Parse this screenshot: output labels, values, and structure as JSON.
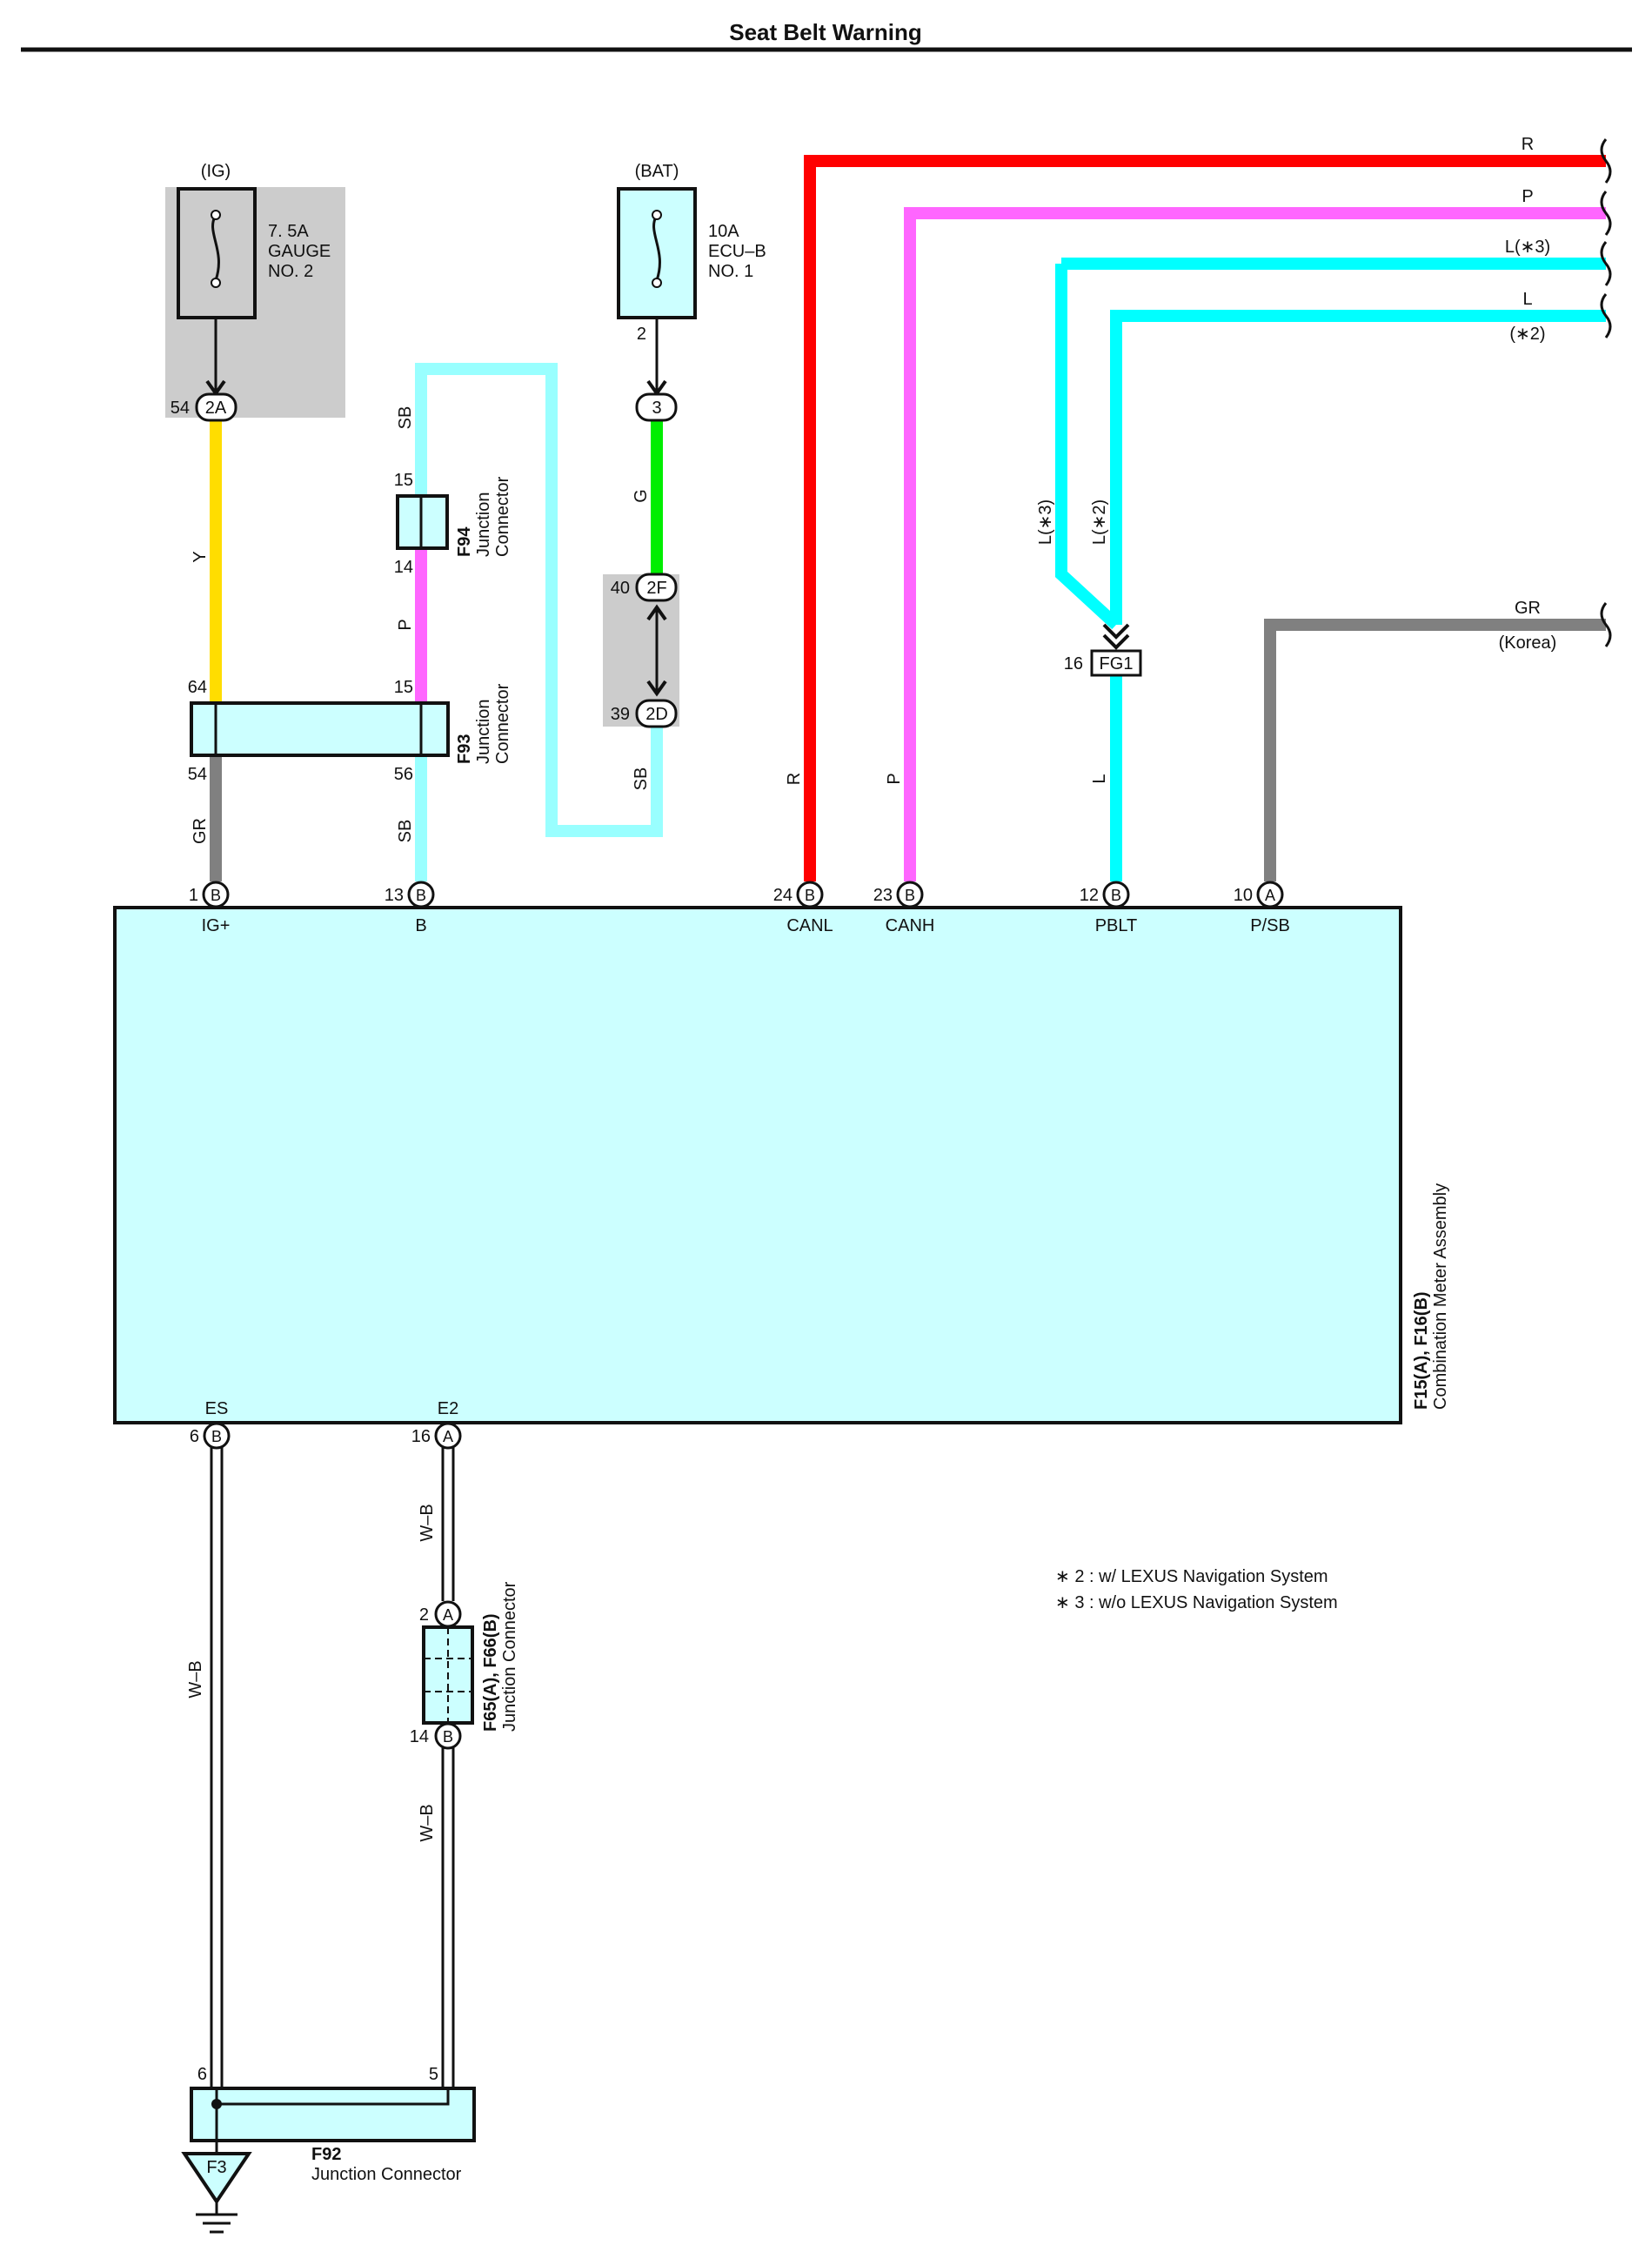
{
  "title": "Seat Belt Warning",
  "colors": {
    "red": "#ff0000",
    "pink": "#ff66ff",
    "cyan": "#00ffff",
    "lightcyan": "#99ffff",
    "yellow": "#ffdd00",
    "green": "#00ee00",
    "gray": "#808080",
    "boxfill": "#ccffff",
    "shade": "#cccccc"
  },
  "fuses": {
    "ig": {
      "source": "(IG)",
      "line1": "7. 5A",
      "line2": "GAUGE",
      "line3": "NO. 2"
    },
    "bat": {
      "source": "(BAT)",
      "line1": "10A",
      "line2": "ECU–B",
      "line3": "NO. 1",
      "pin": "2"
    }
  },
  "connectors": {
    "c2A": {
      "id": "2A",
      "pin": "54"
    },
    "c3": {
      "id": "3"
    },
    "c2F": {
      "id": "2F",
      "pin": "40"
    },
    "c2D": {
      "id": "2D",
      "pin": "39"
    },
    "fg1": {
      "id": "FG1",
      "pin": "16"
    },
    "f94": {
      "name": "F94",
      "desc1": "Junction",
      "desc2": "Connector",
      "pin_top": "15",
      "pin_bottom": "14"
    },
    "f93": {
      "name": "F93",
      "desc1": "Junction",
      "desc2": "Connector",
      "pin_tl": "64",
      "pin_tr": "15",
      "pin_bl": "54",
      "pin_br": "56"
    },
    "f65": {
      "name": "F65(A), F66(B)",
      "desc": "Junction Connector",
      "pin_top": "2",
      "id_top": "A",
      "pin_bottom": "14",
      "id_bottom": "B"
    },
    "f92": {
      "name": "F92",
      "desc": "Junction Connector",
      "pin_left": "6",
      "pin_right": "5"
    },
    "f3": {
      "name": "F3"
    }
  },
  "wires": {
    "y": "Y",
    "gr": "GR",
    "sb_top": "SB",
    "p_mid": "P",
    "sb_bottom": "SB",
    "g": "G",
    "sb_right": "SB",
    "r": "R",
    "p": "P",
    "l_star3": "L(∗3)",
    "l_star2": "L(∗2)",
    "l": "L",
    "wb_left": "W–B",
    "wb_top": "W–B",
    "wb_bottom": "W–B"
  },
  "right_edge": {
    "r": "R",
    "p": "P",
    "l3": "L(∗3)",
    "l": "L",
    "star2": "(∗2)",
    "gr": "GR",
    "korea": "(Korea)"
  },
  "meter": {
    "name": "F15(A), F16(B)",
    "desc": "Combination Meter Assembly",
    "top_pins": [
      {
        "num": "1",
        "conn": "B",
        "label": "IG+"
      },
      {
        "num": "13",
        "conn": "B",
        "label": "B"
      },
      {
        "num": "24",
        "conn": "B",
        "label": "CANL"
      },
      {
        "num": "23",
        "conn": "B",
        "label": "CANH"
      },
      {
        "num": "12",
        "conn": "B",
        "label": "PBLT"
      },
      {
        "num": "10",
        "conn": "A",
        "label": "P/SB"
      }
    ],
    "bottom_pins": [
      {
        "num": "6",
        "conn": "B",
        "label": "ES"
      },
      {
        "num": "16",
        "conn": "A",
        "label": "E2"
      }
    ]
  },
  "notes": [
    "∗ 2 : w/ LEXUS Navigation System",
    "∗ 3 : w/o LEXUS Navigation System"
  ]
}
